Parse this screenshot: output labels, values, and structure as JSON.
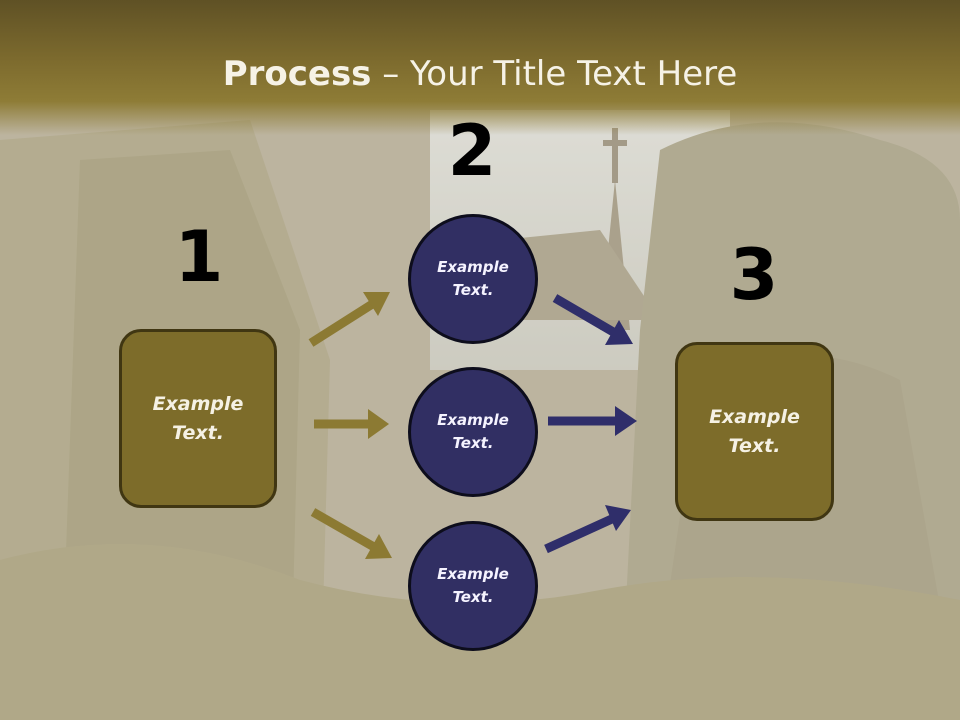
{
  "title": {
    "bold": "Process",
    "rest": " – Your Title Text Here"
  },
  "steps": [
    {
      "number": "1",
      "text": "Example Text."
    },
    {
      "number": "2",
      "items": [
        "Example Text.",
        "Example Text.",
        "Example Text."
      ]
    },
    {
      "number": "3",
      "text": "Example Text."
    }
  ],
  "colors": {
    "box_fill": "#7d6c2a",
    "circle_fill": "#312f63",
    "gold_arrow": "#8c7a33",
    "navy_arrow": "#2f2e6a",
    "title_band": "#7d6b2e"
  }
}
